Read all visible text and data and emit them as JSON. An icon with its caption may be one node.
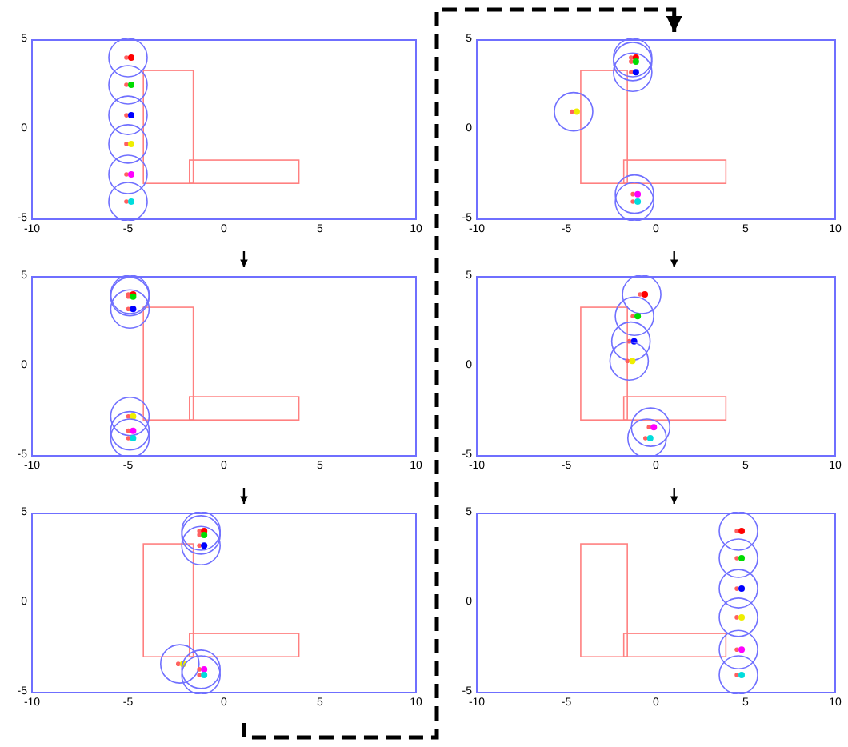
{
  "diagram": {
    "nodes": [
      {
        "text": [
          "5",
          "0",
          "-5",
          "-10",
          "-5",
          "0",
          "5",
          "10"
        ]
      },
      {
        "text": [
          "5",
          "0",
          "-5",
          "-10",
          "-5",
          "0",
          "5",
          "10"
        ]
      },
      {
        "text": [
          "5",
          "0",
          "-5",
          "-10",
          "-5",
          "0",
          "5",
          "10"
        ]
      },
      {
        "text": [
          "5",
          "0",
          "-5",
          "-10",
          "-5",
          "0",
          "5",
          "10"
        ]
      },
      {
        "text": [
          "5",
          "0",
          "-5",
          "-10",
          "-5",
          "0",
          "5",
          "10"
        ]
      },
      {
        "text": [
          "5",
          "0",
          "-5",
          "-10",
          "-5",
          "0",
          "5",
          "10"
        ]
      }
    ],
    "edges": [
      {
        "from": 0,
        "to": 2,
        "arrow": "to"
      },
      {
        "from": 2,
        "to": 4,
        "arrow": "to"
      },
      {
        "from": 4,
        "to": 1,
        "arrow": "to",
        "style": "dashed"
      },
      {
        "from": 1,
        "to": 3,
        "arrow": "to"
      },
      {
        "from": 3,
        "to": 5,
        "arrow": "to"
      }
    ]
  }
}
